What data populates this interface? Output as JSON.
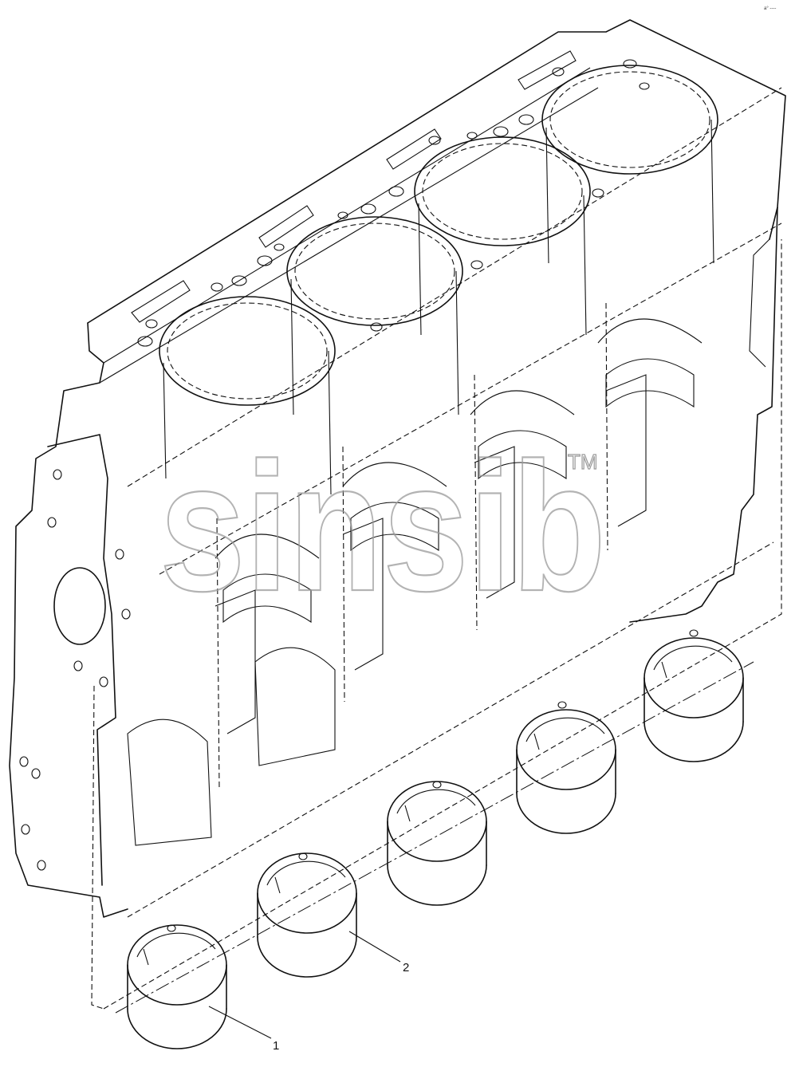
{
  "corner_mark": "a° ----",
  "watermark": {
    "text": "sinsib",
    "trademark": "TM"
  },
  "callouts": [
    {
      "id": "1",
      "label": "1"
    },
    {
      "id": "2",
      "label": "2"
    }
  ]
}
